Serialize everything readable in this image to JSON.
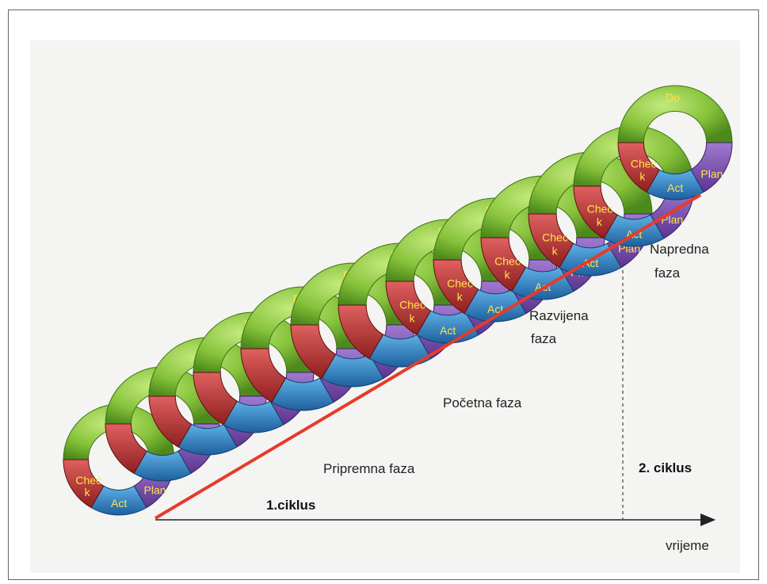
{
  "phases": {
    "pripremna": "Pripremna faza",
    "pocetna": "Početna faza",
    "razvijena_1": "Razvijena",
    "razvijena_2": "faza",
    "napredna_1": "Napredna",
    "napredna_2": "faza"
  },
  "cycles": {
    "first": "1.ciklus",
    "second": "2. ciklus"
  },
  "axis": {
    "time_label": "vrijeme"
  },
  "segments": {
    "plan": "Plan",
    "do": "Do",
    "check_1": "Chec",
    "check_2": "k",
    "act": "Act"
  },
  "colors": {
    "do": "#8cc63f",
    "plan": "#7b4fb0",
    "check": "#c83a3a",
    "act": "#2d86c8",
    "baseline": "#e53b2b",
    "label": "#ffe34a"
  }
}
